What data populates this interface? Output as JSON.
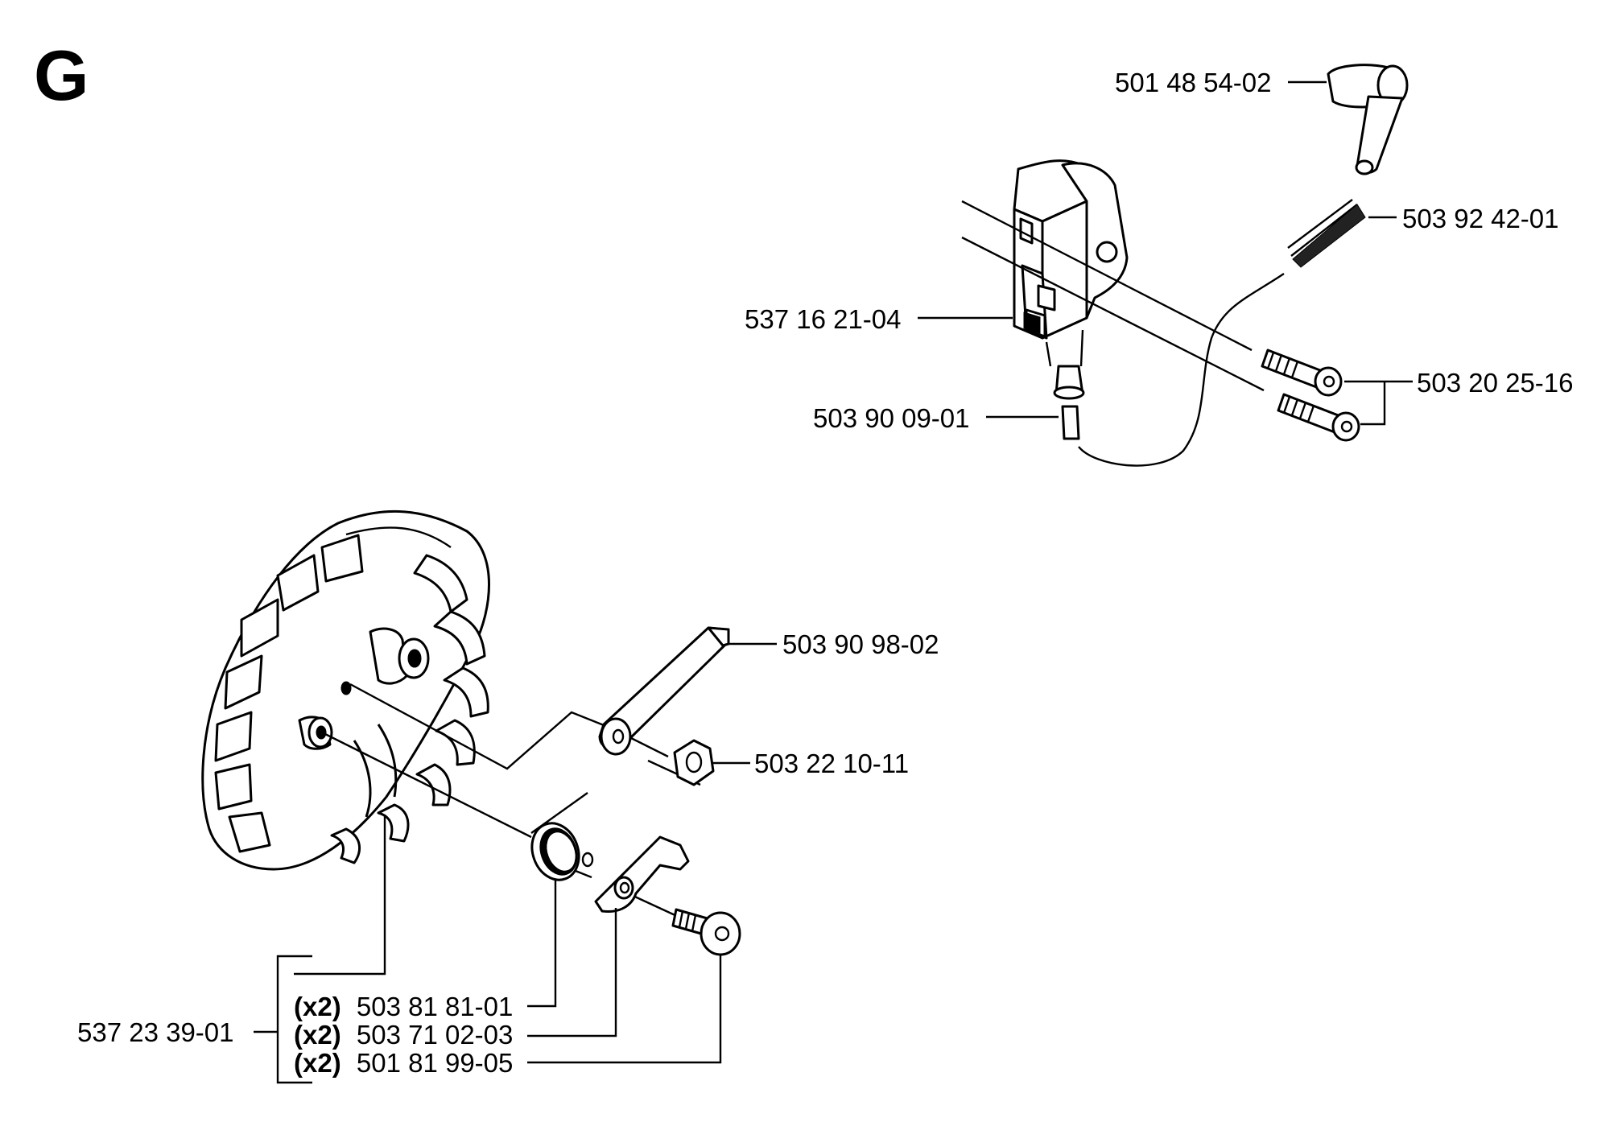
{
  "section_letter": "G",
  "parts": [
    {
      "number": "501 48 54-02"
    },
    {
      "number": "503 92 42-01"
    },
    {
      "number": "537 16 21-04"
    },
    {
      "number": "503 20 25-16"
    },
    {
      "number": "503 90 09-01"
    },
    {
      "number": "503 90 98-02"
    },
    {
      "number": "503 22 10-11"
    },
    {
      "number": "537 23 39-01"
    },
    {
      "qty": "(x2)",
      "number": "503 81 81-01"
    },
    {
      "qty": "(x2)",
      "number": "503 71 02-03"
    },
    {
      "qty": "(x2)",
      "number": "501 81 99-05"
    }
  ]
}
